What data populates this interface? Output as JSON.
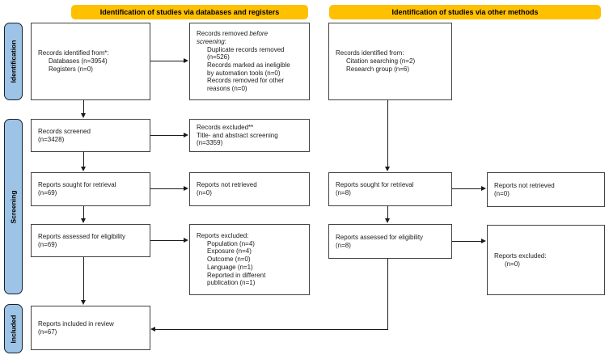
{
  "colors": {
    "header_bg": "#FFC000",
    "sidebar_fill": "#9DC3E6",
    "sidebar_border": "#18212b",
    "box_border": "#424242",
    "arrow_color": "#1a1a1a"
  },
  "headers": {
    "databases_registers": "Identification of studies via databases and registers",
    "other_methods": "Identification of studies via other methods"
  },
  "phases": {
    "identification": "Identification",
    "screening": "Screening",
    "included": "Included"
  },
  "boxes": {
    "records_identified_db": {
      "lines": [
        {
          "text": "Records identified from*:"
        },
        {
          "text": "Databases (n=3954)",
          "indent": true
        },
        {
          "text": "Registers (n=0)",
          "indent": true
        }
      ]
    },
    "records_removed": {
      "lines": [
        {
          "parts": [
            {
              "text": "Records removed "
            },
            {
              "text": "before",
              "italic": true
            }
          ]
        },
        {
          "parts": [
            {
              "text": "screening",
              "italic": true
            },
            {
              "text": ":"
            }
          ]
        },
        {
          "text": "Duplicate records removed",
          "indent": true
        },
        {
          "text": "(n=526)",
          "indent": true
        },
        {
          "text": "Records marked as ineligible",
          "indent": true
        },
        {
          "text": "by automation tools (n=0)",
          "indent": true
        },
        {
          "text": "Records removed for other",
          "indent": true
        },
        {
          "text": "reasons (n=0)",
          "indent": true
        }
      ]
    },
    "records_identified_other": {
      "lines": [
        {
          "text": "Records identified from:"
        },
        {
          "text": "Citation searching (n=2)",
          "indent": true
        },
        {
          "text": "Research group (n=6)",
          "indent": true
        }
      ]
    },
    "records_screened": {
      "lines": [
        {
          "text": "Records screened"
        },
        {
          "text": "(n=3428)"
        }
      ]
    },
    "records_excluded_screening": {
      "lines": [
        {
          "text": "Records excluded**"
        },
        {
          "text": "Title- and abstract screening"
        },
        {
          "text": "(n=3359)"
        }
      ]
    },
    "reports_sought_db": {
      "lines": [
        {
          "text": "Reports sought for retrieval"
        },
        {
          "text": "(n=69)"
        }
      ]
    },
    "reports_not_retrieved_db": {
      "lines": [
        {
          "text": "Reports not retrieved"
        },
        {
          "text": "(n=0)"
        }
      ]
    },
    "reports_sought_other": {
      "lines": [
        {
          "text": "Reports sought for retrieval"
        },
        {
          "text": "(n=8)"
        }
      ]
    },
    "reports_not_retrieved_other": {
      "lines": [
        {
          "text": "Reports not retrieved"
        },
        {
          "text": "(n=0)"
        }
      ]
    },
    "reports_assessed_db": {
      "lines": [
        {
          "text": "Reports assessed for eligibility"
        },
        {
          "text": "(n=69)"
        }
      ]
    },
    "reports_excluded_eligibility": {
      "lines": [
        {
          "text": "Reports excluded:"
        },
        {
          "text": "Population (n=4)",
          "indent": true
        },
        {
          "text": "Exposure (n=4)",
          "indent": true
        },
        {
          "text": "Outcome (n=0)",
          "indent": true
        },
        {
          "text": "Language (n=1)",
          "indent": true
        },
        {
          "text": "Reported in different",
          "indent": true
        },
        {
          "text": "publication (n=1)",
          "indent": true
        }
      ]
    },
    "reports_assessed_other": {
      "lines": [
        {
          "text": "Reports assessed for eligibility"
        },
        {
          "text": "(n=8)"
        }
      ]
    },
    "reports_excluded_other": {
      "lines": [
        {
          "text": "Reports excluded:"
        },
        {
          "text": "(n=0)",
          "indent": true
        }
      ]
    },
    "reports_included": {
      "lines": [
        {
          "text": "Reports included in review"
        },
        {
          "text": "(n=67)"
        }
      ]
    }
  }
}
